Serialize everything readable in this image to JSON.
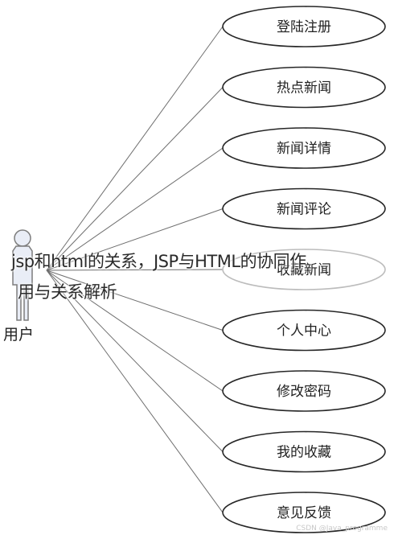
{
  "overlay": {
    "line1": "jsp和html的关系，JSP与HTML的协同作",
    "line2": "用与关系解析"
  },
  "actor": {
    "label": "用户"
  },
  "use_cases": [
    {
      "label": "登陆注册"
    },
    {
      "label": "热点新闻"
    },
    {
      "label": "新闻详情"
    },
    {
      "label": "新闻评论"
    },
    {
      "label": "收藏新闻"
    },
    {
      "label": "个人中心"
    },
    {
      "label": "修改密码"
    },
    {
      "label": "我的收藏"
    },
    {
      "label": "意见反馈"
    }
  ],
  "watermark": "CSDN @Java_programme",
  "colors": {
    "line": "#6f6f6f",
    "actor_fill": "#e9edf6",
    "actor_stroke": "#7d7d7d",
    "ellipse_stroke": "#262626",
    "faded_ellipse_stroke": "#bcbcbc",
    "faded_label": "#a8a8a8"
  },
  "icons": {
    "actor": "stick-figure-icon"
  }
}
